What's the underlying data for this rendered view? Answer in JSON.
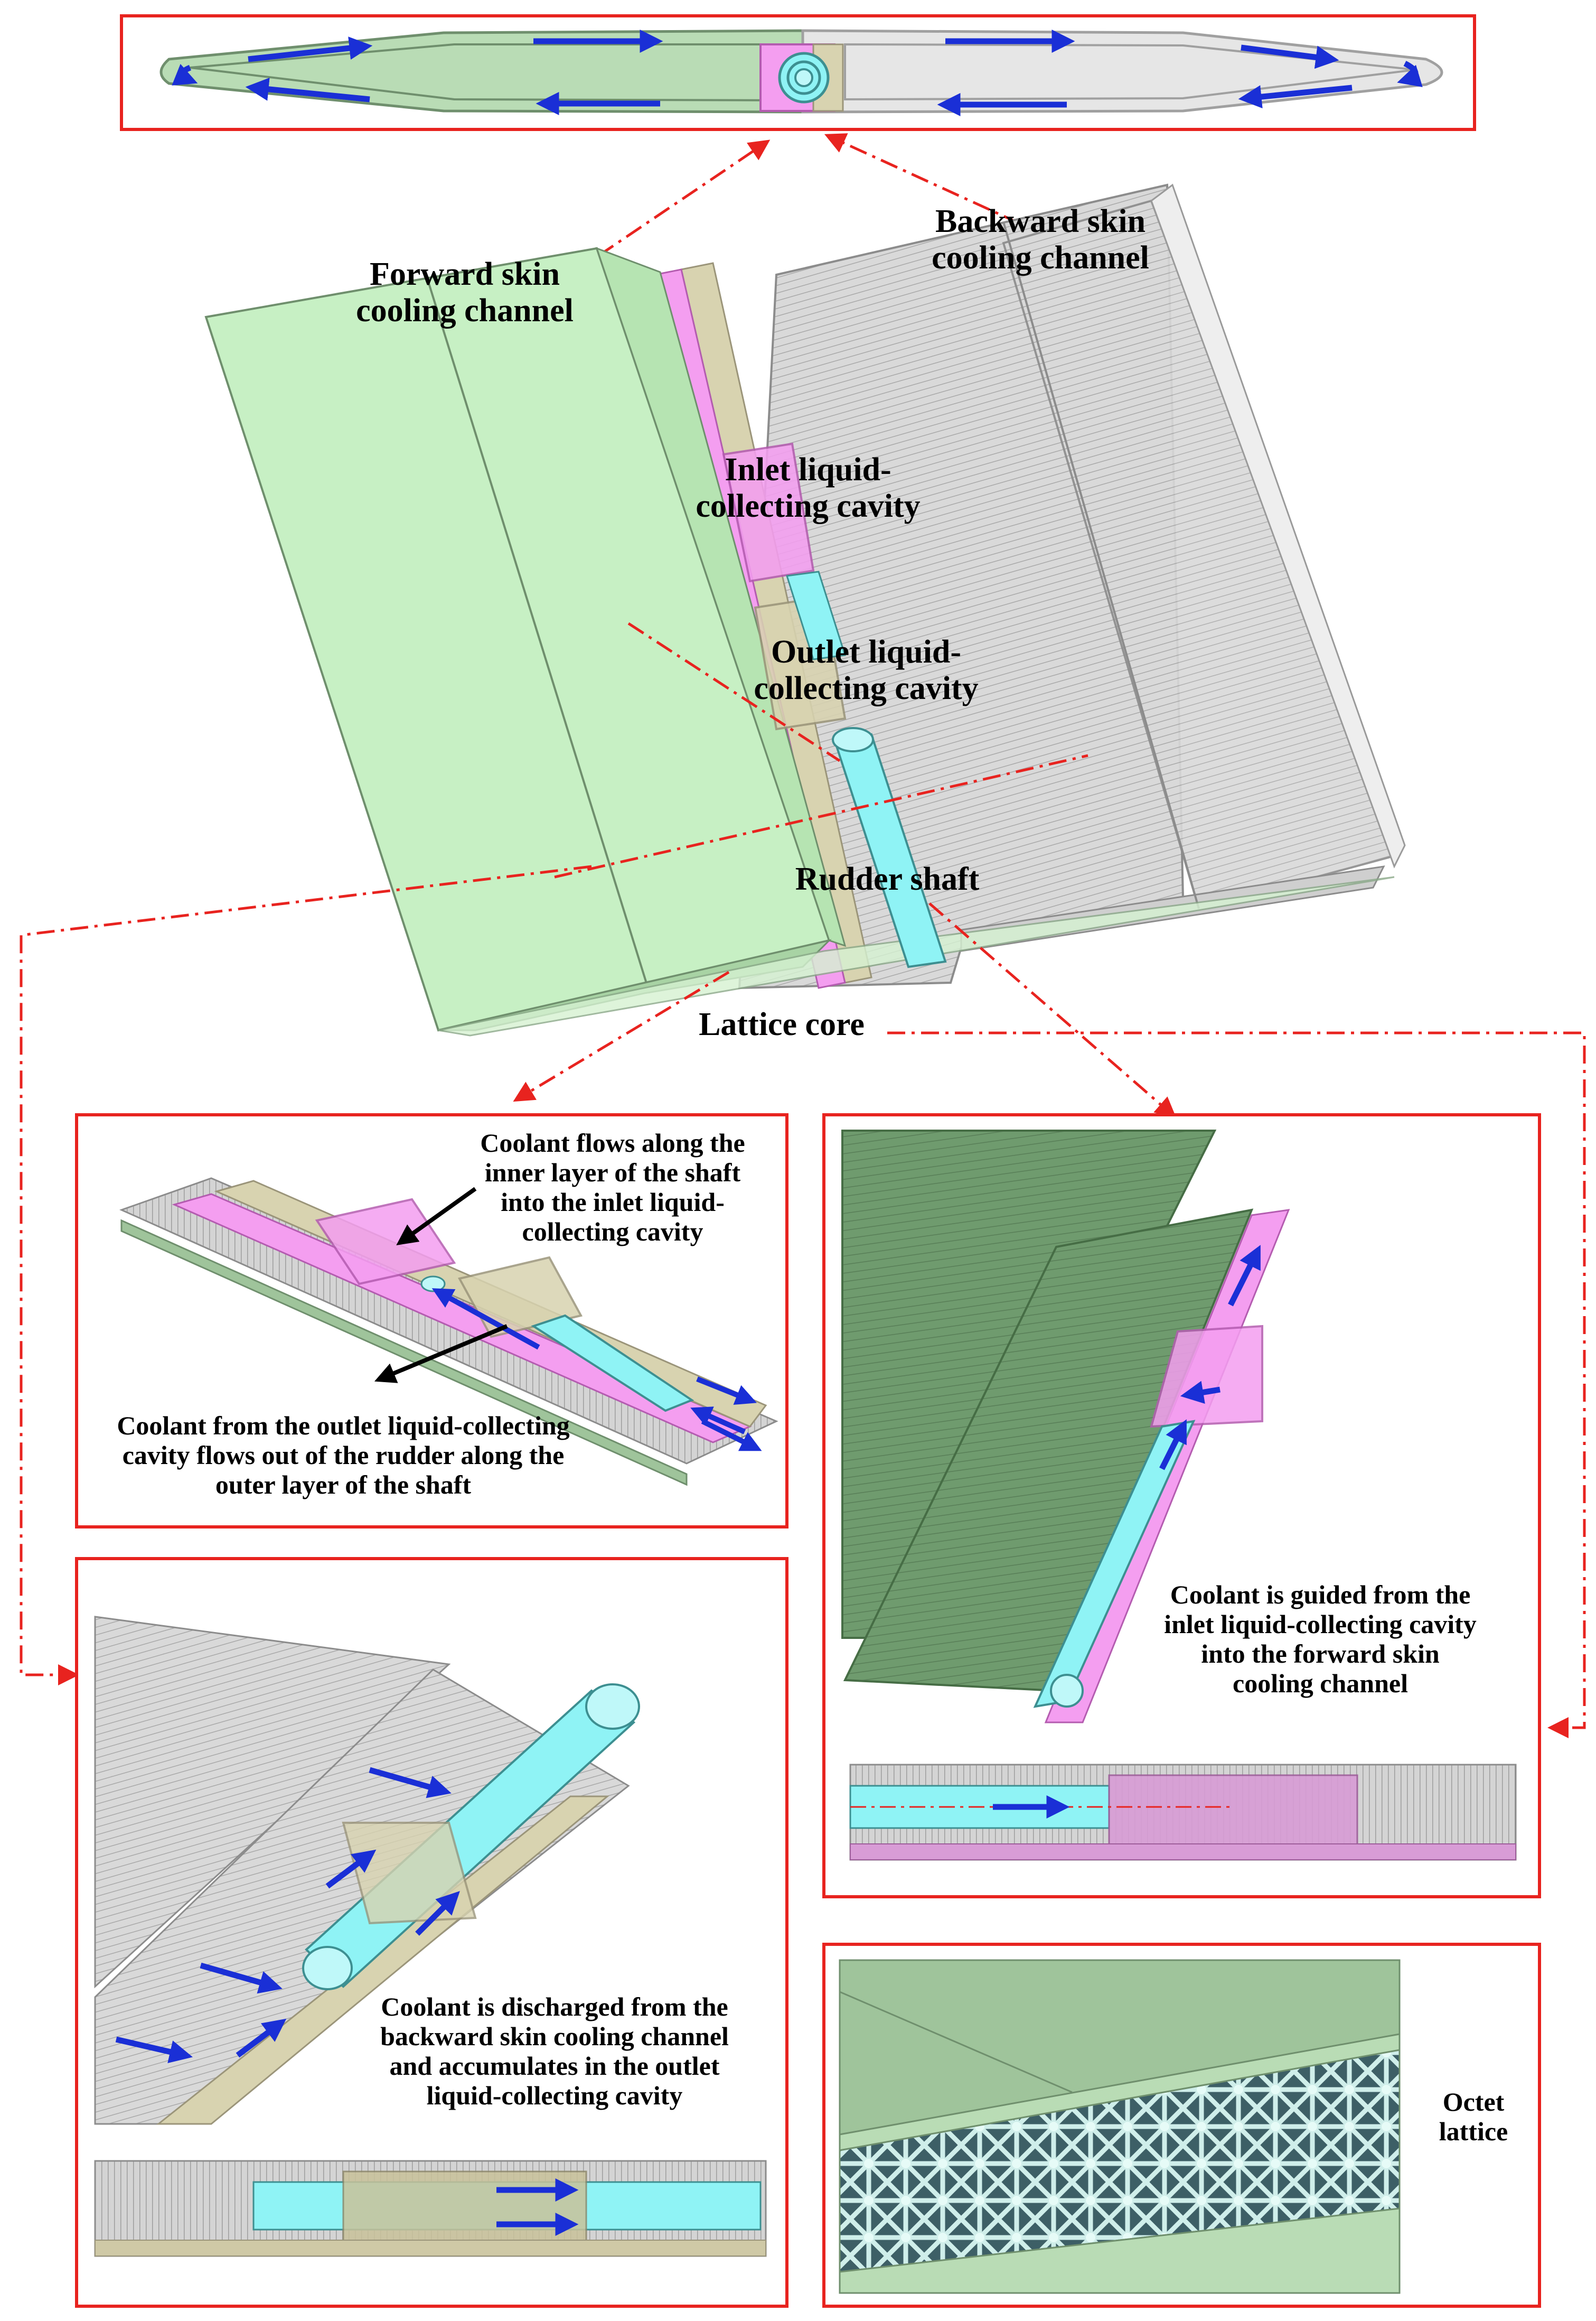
{
  "labels": {
    "forward_skin": [
      "Forward skin",
      "cooling channel"
    ],
    "backward_skin": [
      "Backward skin",
      "cooling channel"
    ],
    "inlet_cavity": [
      "Inlet liquid-",
      "collecting cavity"
    ],
    "outlet_cavity": [
      "Outlet liquid-",
      "collecting cavity"
    ],
    "rudder_shaft": "Rudder shaft",
    "lattice_core": "Lattice core",
    "coolant_inner": [
      "Coolant flows along the",
      "inner layer of the shaft",
      "into the inlet liquid-",
      "collecting cavity"
    ],
    "coolant_outer": [
      "Coolant from the outlet liquid-collecting",
      "cavity flows out of the rudder along the",
      "outer layer of the shaft"
    ],
    "coolant_guided": [
      "Coolant is guided from the",
      "inlet liquid-collecting cavity",
      "into the forward skin",
      "cooling channel"
    ],
    "coolant_discharged": [
      "Coolant is discharged from the",
      "backward skin cooling channel",
      "and accumulates in the outlet",
      "liquid-collecting cavity"
    ],
    "octet_lattice": [
      "Octet",
      "lattice"
    ]
  },
  "colors": {
    "frame_red": "#e8231f",
    "flow_arrow": "#1a2fd6",
    "forward_skin_green": "#c7f0c4",
    "backward_skin_gray": "#d6d6d6",
    "cavity_pink": "#f49ef0",
    "shaft_cyan": "#8ff3f5",
    "outlet_tan": "#d8d3b0",
    "panel_dark_green": "#6f9b6e"
  }
}
